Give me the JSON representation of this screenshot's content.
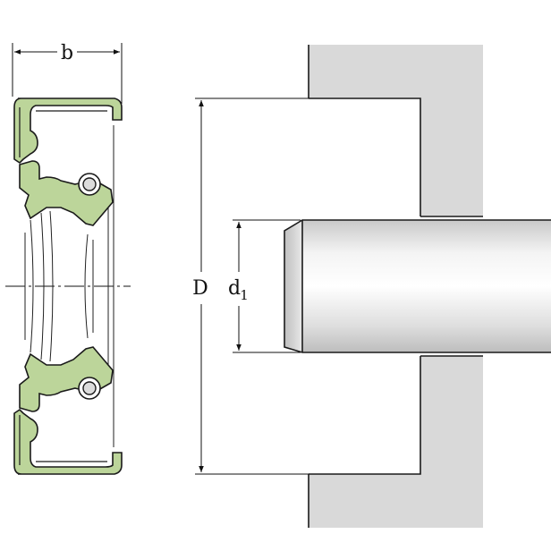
{
  "labels": {
    "width": "b",
    "outer_diameter": "D",
    "shaft_diameter_main": "d",
    "shaft_diameter_sub": "1"
  },
  "colors": {
    "housing": "#d9d9d9",
    "rubber": "#bcd59a",
    "outline": "#1a1a1a",
    "spring": "#dcdcdc"
  }
}
